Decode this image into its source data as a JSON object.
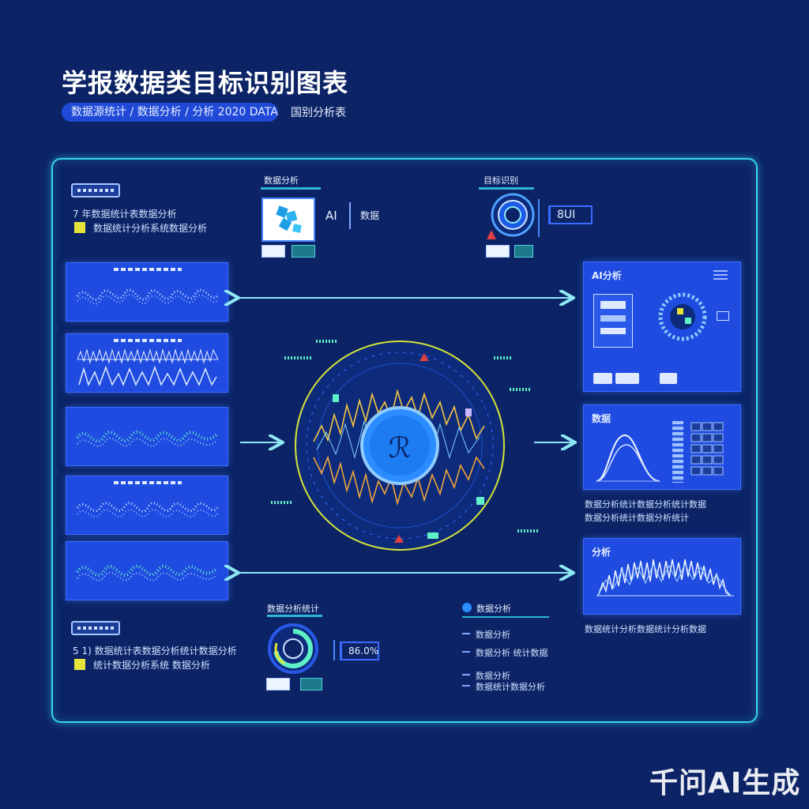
{
  "header": {
    "title": "学报数据类目标识别图表",
    "subtitle": "数据源统计 / 数据分析 / 分析 2020 DATA",
    "subtitle_extra": "国别分析表"
  },
  "left_panel": {
    "top_note_1": "7 年数据统计表数据分析",
    "top_note_2": "数据统计分析系统数据分析",
    "bottom_note_1": "5 1) 数据统计表数据分析统计数据分析",
    "bottom_note_2": "统计数据分析系统 数据分析"
  },
  "top_nodes": {
    "ai_node": {
      "label": "数据分析",
      "ai_text": "AI",
      "side_text": "数据"
    },
    "target_node": {
      "label": "目标识别",
      "side_text": "8UI"
    }
  },
  "bottom_nodes": {
    "ring_node": {
      "label": "数据分析统计",
      "percent": "86.0%"
    },
    "legend": {
      "title": "数据分析",
      "items": [
        "数据分析",
        "数据分析 统计数据",
        "数据分析",
        "数据统计数据分析"
      ]
    }
  },
  "center": {
    "core_symbol": "ℛ"
  },
  "right_cards": {
    "card1_title": "AI分析",
    "card2_title": "数据",
    "card3_title": "分析",
    "card2_caption_1": "数据分析统计数据分析统计数据",
    "card2_caption_2": "数据分析统计数据分析统计",
    "card3_caption": "数据统计分析数据统计分析数据"
  },
  "colors": {
    "background": "#0c2466",
    "card": "#1f4be0",
    "frame": "#39d3f2",
    "ring": "#e6e43a"
  },
  "watermark": "千问AI生成"
}
